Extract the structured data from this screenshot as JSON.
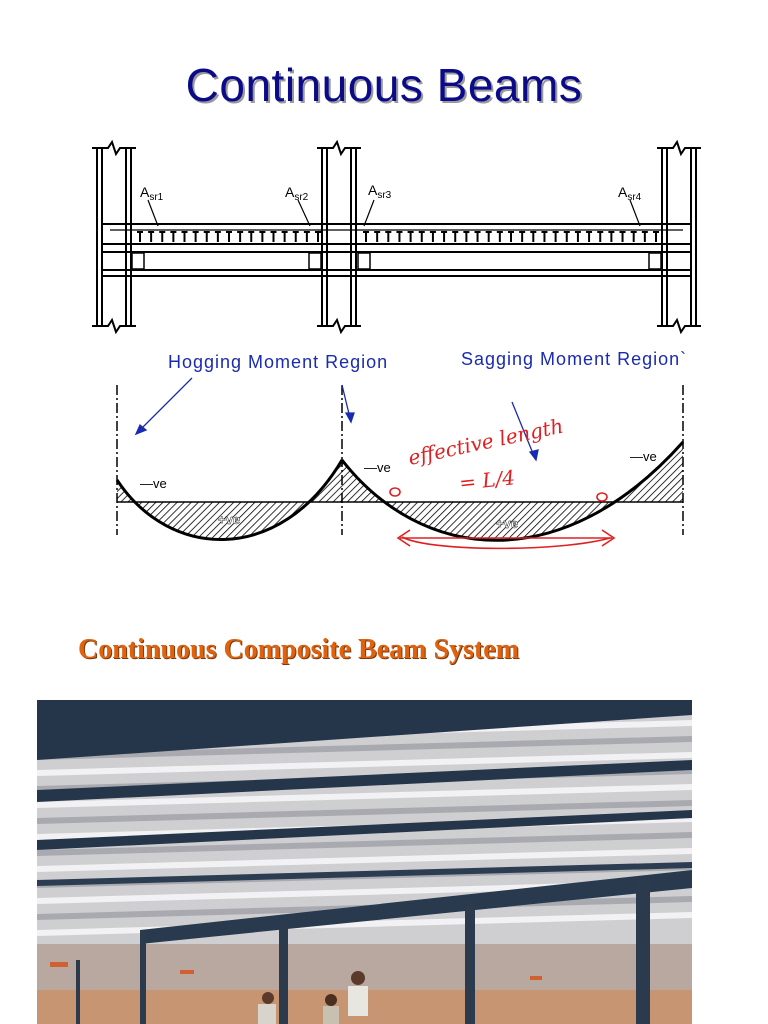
{
  "slide": {
    "title": "Continuous Beams",
    "subtitle": "Continuous Composite Beam System"
  },
  "beam_diagram": {
    "rebar_labels": [
      "A",
      "A",
      "A",
      "A"
    ],
    "rebar_subscripts": [
      "sr1",
      "sr2",
      "sr3",
      "sr4"
    ]
  },
  "moment_diagram": {
    "hogging_label": "Hogging Moment Region",
    "sagging_label": "Sagging Moment Region`",
    "negative_label": "—ve",
    "negative_label_2": "—ve",
    "negative_label_3": "—ve",
    "positive_label": "+ve",
    "positive_label_2": "+ve"
  },
  "annotation": {
    "handwritten_line1": "effective length",
    "handwritten_line2": "= L/4",
    "color": "#e02020"
  },
  "photo": {
    "description_colors": {
      "roof": "#d9d9dc",
      "steel": "#2b3a4c",
      "floor": "#c79572"
    }
  }
}
